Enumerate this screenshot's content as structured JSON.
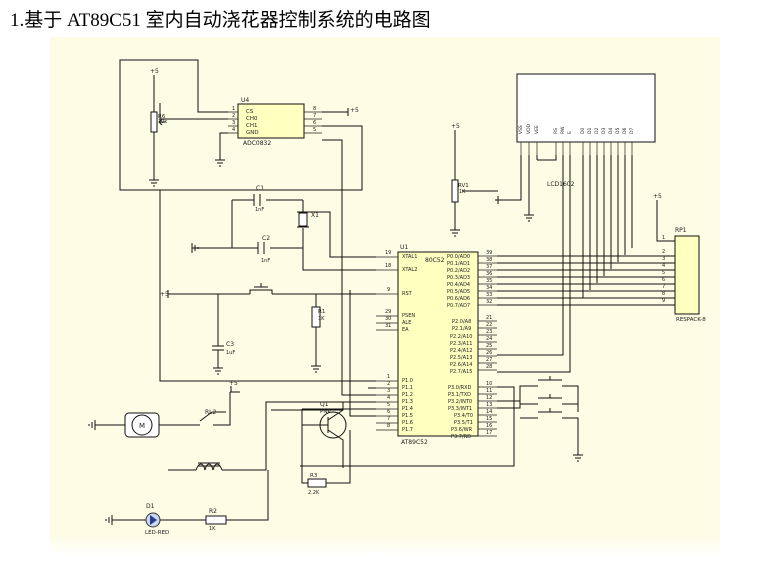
{
  "title": "1.基于 AT89C51 室内自动浇花器控制系统的电路图",
  "components": {
    "adc": {
      "ref": "U4",
      "part": "ADC0832",
      "pins_left": [
        "CS",
        "CH0",
        "CH1",
        "GND"
      ],
      "left_nums": [
        "1",
        "2",
        "3",
        "4"
      ],
      "right_nums": [
        "8",
        "7",
        "6",
        "5"
      ]
    },
    "mcu": {
      "ref": "U1",
      "part": "AT89C52",
      "inner": "80C52",
      "left_pins": [
        "XTAL1",
        "XTAL2",
        "RST",
        "PSEN",
        "ALE",
        "EA",
        "P1.0",
        "P1.1",
        "P1.2",
        "P1.3",
        "P1.4",
        "P1.5",
        "P1.6",
        "P1.7"
      ],
      "left_nums": [
        "19",
        "18",
        "9",
        "29",
        "30",
        "31",
        "1",
        "2",
        "3",
        "4",
        "5",
        "6",
        "7",
        "8"
      ],
      "right_pins": [
        "P0.0/AD0",
        "P0.1/AD1",
        "P0.2/AD2",
        "P0.3/AD3",
        "P0.4/AD4",
        "P0.5/AD5",
        "P0.6/AD6",
        "P0.7/AD7",
        "P2.0/A8",
        "P2.1/A9",
        "P2.2/A10",
        "P2.3/A11",
        "P2.4/A12",
        "P2.5/A13",
        "P2.6/A14",
        "P2.7/A15",
        "P3.0/RXD",
        "P3.1/TXD",
        "P3.2/INT0",
        "P3.3/INT1",
        "P3.4/T0",
        "P3.5/T1",
        "P3.6/WR",
        "P3.7/RD"
      ],
      "right_nums": [
        "39",
        "38",
        "37",
        "36",
        "35",
        "34",
        "33",
        "32",
        "21",
        "22",
        "23",
        "24",
        "25",
        "26",
        "27",
        "28",
        "10",
        "11",
        "12",
        "13",
        "14",
        "15",
        "16",
        "17"
      ]
    },
    "lcd": {
      "part": "LCD1602",
      "pins": [
        "VSS",
        "VDD",
        "VEE",
        "RS",
        "RW",
        "E",
        "D0",
        "D1",
        "D2",
        "D3",
        "D4",
        "D5",
        "D6",
        "D7"
      ]
    },
    "rp1": {
      "ref": "RP1",
      "part": "RESPACK-8",
      "nums": [
        "1",
        "2",
        "3",
        "4",
        "5",
        "6",
        "7",
        "8",
        "9"
      ]
    },
    "pot1": {
      "ref": "R6",
      "value": "10k"
    },
    "rv1": {
      "ref": "RV1",
      "value": "1K"
    },
    "c1": {
      "ref": "C1",
      "value": "1nF"
    },
    "c2": {
      "ref": "C2",
      "value": "1nF"
    },
    "c3": {
      "ref": "C3",
      "value": "1uF"
    },
    "x1": {
      "ref": "X1"
    },
    "r1": {
      "ref": "R1",
      "value": "1K"
    },
    "rl2": {
      "ref": "RL2"
    },
    "q1": {
      "ref": "Q1",
      "part": "PNP"
    },
    "r3": {
      "ref": "R3",
      "value": "2.2K"
    },
    "d1": {
      "ref": "D1",
      "part": "LED-RED"
    },
    "r2": {
      "ref": "R2",
      "value": "1K"
    },
    "vcc": "+5",
    "motor": "M"
  }
}
